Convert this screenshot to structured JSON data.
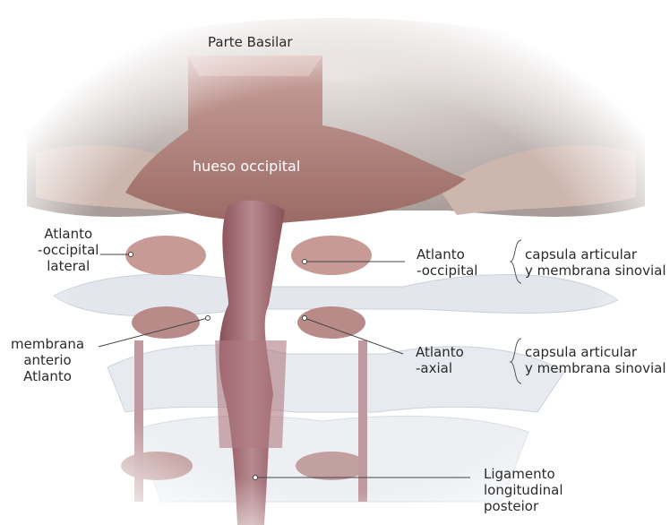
{
  "labels": {
    "parte_basilar": "Parte Basilar",
    "hueso_occipital": "hueso occipital",
    "atlanto_occipital_lateral": [
      "Atlanto",
      "-occipital",
      "lateral"
    ],
    "atlanto_occipital": [
      "Atlanto",
      "-occipital"
    ],
    "capsula_1": [
      "capsula articular",
      "y membrana sinovial"
    ],
    "membrana_anterio": [
      "membrana",
      "anterio",
      "Atlanto"
    ],
    "atlanto_axial": [
      "Atlanto",
      "-axial"
    ],
    "capsula_2": [
      "capsula articular",
      "y membrana sinovial"
    ],
    "ligamento": [
      "Ligamento",
      "longitudinal",
      "posteior"
    ]
  },
  "colors": {
    "bone_pink": "#b98a84",
    "bone_dark": "#8f5f5a",
    "ligament": "#9a5f66",
    "vertebra_ghost": "#dfe3ea",
    "skull_grey": "#c9c4c2",
    "leader_line": "#444444"
  }
}
